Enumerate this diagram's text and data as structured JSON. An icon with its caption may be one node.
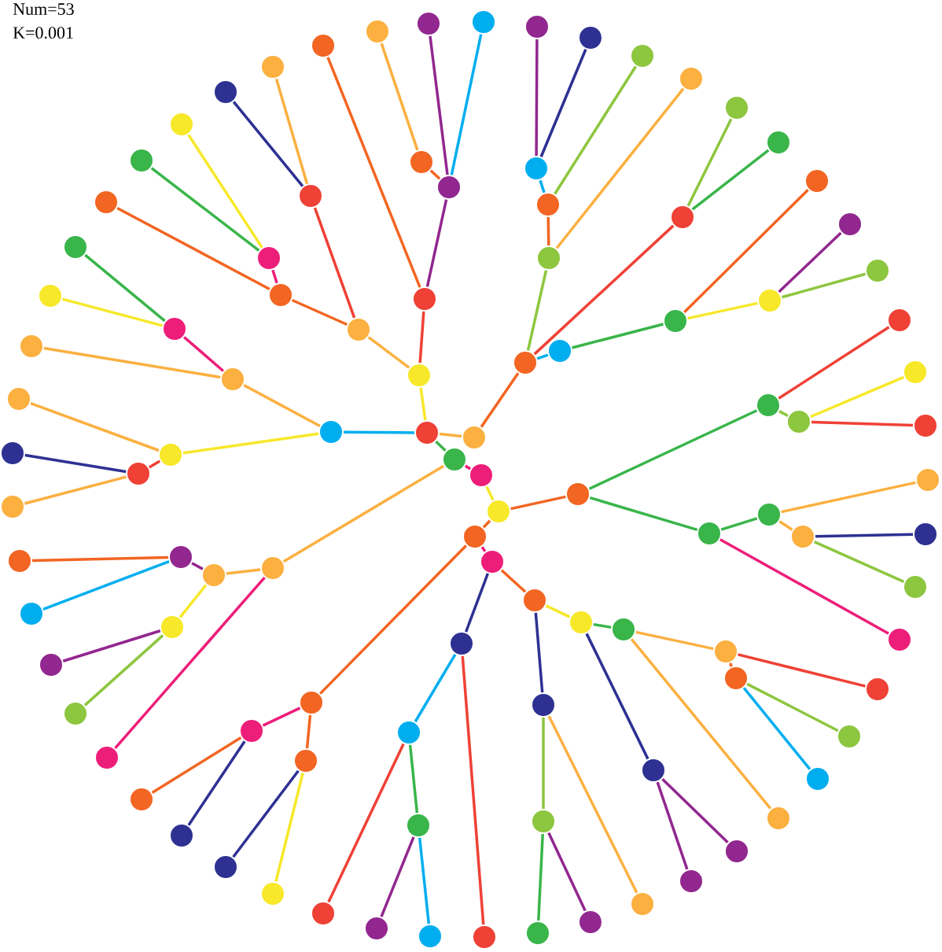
{
  "diagram": {
    "nodes": [
      {
        "text": [],
        "shape": "circle"
      },
      {
        "text": [],
        "shape": "circle"
      },
      {
        "text": [],
        "shape": "circle"
      },
      {
        "text": [],
        "shape": "circle"
      },
      {
        "text": [],
        "shape": "circle"
      },
      {
        "text": [],
        "shape": "circle"
      },
      {
        "text": [],
        "shape": "circle"
      },
      {
        "text": [],
        "shape": "circle"
      },
      {
        "text": [],
        "shape": "circle"
      },
      {
        "text": [],
        "shape": "circle"
      },
      {
        "text": [],
        "shape": "circle"
      },
      {
        "text": [],
        "shape": "circle"
      },
      {
        "text": [],
        "shape": "circle"
      },
      {
        "text": [],
        "shape": "circle"
      },
      {
        "text": [],
        "shape": "circle"
      },
      {
        "text": [],
        "shape": "circle"
      },
      {
        "text": [],
        "shape": "circle"
      },
      {
        "text": [],
        "shape": "circle"
      },
      {
        "text": [],
        "shape": "circle"
      },
      {
        "text": [],
        "shape": "circle"
      },
      {
        "text": [],
        "shape": "circle"
      },
      {
        "text": [],
        "shape": "circle"
      },
      {
        "text": [],
        "shape": "circle"
      },
      {
        "text": [],
        "shape": "circle"
      },
      {
        "text": [],
        "shape": "circle"
      },
      {
        "text": [],
        "shape": "circle"
      },
      {
        "text": [],
        "shape": "circle"
      },
      {
        "text": [],
        "shape": "circle"
      },
      {
        "text": [],
        "shape": "circle"
      },
      {
        "text": [],
        "shape": "circle"
      },
      {
        "text": [],
        "shape": "circle"
      },
      {
        "text": [],
        "shape": "circle"
      },
      {
        "text": [],
        "shape": "circle"
      },
      {
        "text": [],
        "shape": "circle"
      },
      {
        "text": [],
        "shape": "circle"
      },
      {
        "text": [],
        "shape": "circle"
      },
      {
        "text": [],
        "shape": "circle"
      },
      {
        "text": [],
        "shape": "circle"
      },
      {
        "text": [],
        "shape": "circle"
      },
      {
        "text": [],
        "shape": "circle"
      },
      {
        "text": [],
        "shape": "circle"
      },
      {
        "text": [],
        "shape": "circle"
      },
      {
        "text": [],
        "shape": "circle"
      },
      {
        "text": [],
        "shape": "circle"
      },
      {
        "text": [],
        "shape": "circle"
      },
      {
        "text": [],
        "shape": "circle"
      },
      {
        "text": [],
        "shape": "circle"
      },
      {
        "text": [],
        "shape": "circle"
      },
      {
        "text": [],
        "shape": "circle"
      },
      {
        "text": [],
        "shape": "circle"
      },
      {
        "text": [],
        "shape": "circle"
      },
      {
        "text": [],
        "shape": "circle"
      },
      {
        "text": [],
        "shape": "circle"
      },
      {
        "text": [],
        "shape": "circle"
      },
      {
        "text": [],
        "shape": "circle"
      },
      {
        "text": [],
        "shape": "circle"
      },
      {
        "text": [],
        "shape": "circle"
      },
      {
        "text": [],
        "shape": "circle"
      },
      {
        "text": [],
        "shape": "circle"
      },
      {
        "text": [],
        "shape": "circle"
      },
      {
        "text": [],
        "shape": "circle"
      },
      {
        "text": [],
        "shape": "circle"
      },
      {
        "text": [],
        "shape": "circle"
      },
      {
        "text": [],
        "shape": "circle"
      },
      {
        "text": [],
        "shape": "circle"
      },
      {
        "text": [],
        "shape": "circle"
      },
      {
        "text": [],
        "shape": "circle"
      },
      {
        "text": [],
        "shape": "circle"
      },
      {
        "text": [],
        "shape": "circle"
      },
      {
        "text": [],
        "shape": "circle"
      },
      {
        "text": [],
        "shape": "circle"
      },
      {
        "text": [],
        "shape": "circle"
      },
      {
        "text": [],
        "shape": "circle"
      },
      {
        "text": [],
        "shape": "circle"
      },
      {
        "text": [],
        "shape": "circle"
      },
      {
        "text": [],
        "shape": "circle"
      },
      {
        "text": [],
        "shape": "circle"
      },
      {
        "text": [],
        "shape": "circle"
      },
      {
        "text": [],
        "shape": "circle"
      },
      {
        "text": [],
        "shape": "circle"
      },
      {
        "text": [],
        "shape": "circle"
      },
      {
        "text": [],
        "shape": "circle"
      },
      {
        "text": [],
        "shape": "circle"
      },
      {
        "text": [],
        "shape": "circle"
      },
      {
        "text": [],
        "shape": "circle"
      },
      {
        "text": [],
        "shape": "circle"
      },
      {
        "text": [],
        "shape": "circle"
      },
      {
        "text": [],
        "shape": "circle"
      },
      {
        "text": [],
        "shape": "circle"
      },
      {
        "text": [],
        "shape": "circle"
      },
      {
        "text": [],
        "shape": "circle"
      },
      {
        "text": [],
        "shape": "circle"
      },
      {
        "text": [],
        "shape": "circle"
      },
      {
        "text": [],
        "shape": "circle"
      },
      {
        "text": [],
        "shape": "circle"
      },
      {
        "text": [],
        "shape": "circle"
      },
      {
        "text": [],
        "shape": "circle"
      },
      {
        "text": [],
        "shape": "circle"
      },
      {
        "text": [],
        "shape": "circle"
      },
      {
        "text": [],
        "shape": "circle"
      },
      {
        "text": [],
        "shape": "circle"
      },
      {
        "text": [],
        "shape": "circle"
      },
      {
        "text": [],
        "shape": "circle"
      },
      {
        "text": [],
        "shape": "circle"
      },
      {
        "text": [],
        "shape": "circle"
      }
    ],
    "edges": [
      {
        "from": 0,
        "to": 1,
        "arrow": "none",
        "color": "#fbb040"
      },
      {
        "from": 0,
        "to": 2,
        "arrow": "none",
        "color": "#39b54a"
      },
      {
        "from": 2,
        "to": 3,
        "arrow": "none",
        "color": "#ed1e79"
      },
      {
        "from": 3,
        "to": 4,
        "arrow": "none",
        "color": "#f7e82a"
      },
      {
        "from": 4,
        "to": 5,
        "arrow": "none",
        "color": "#f26522"
      },
      {
        "from": 5,
        "to": 6,
        "arrow": "none",
        "color": "#ed1e79"
      },
      {
        "from": 0,
        "to": 7,
        "arrow": "none",
        "color": "#f7e82a"
      },
      {
        "from": 7,
        "to": 8,
        "arrow": "none",
        "color": "#ef4136"
      },
      {
        "from": 8,
        "to": 9,
        "arrow": "none",
        "color": "#92278f"
      },
      {
        "from": 9,
        "to": 10,
        "arrow": "none",
        "color": "#f26522"
      },
      {
        "from": 10,
        "to": 11,
        "arrow": "none",
        "color": "#fbb040"
      },
      {
        "from": 9,
        "to": 12,
        "arrow": "none",
        "color": "#92278f"
      },
      {
        "from": 9,
        "to": 13,
        "arrow": "none",
        "color": "#00aeef"
      },
      {
        "from": 7,
        "to": 14,
        "arrow": "none",
        "color": "#fbb040"
      },
      {
        "from": 14,
        "to": 15,
        "arrow": "none",
        "color": "#ef4136"
      },
      {
        "from": 15,
        "to": 16,
        "arrow": "none",
        "color": "#2e3192"
      },
      {
        "from": 15,
        "to": 17,
        "arrow": "none",
        "color": "#fbb040"
      },
      {
        "from": 8,
        "to": 18,
        "arrow": "none",
        "color": "#f26522"
      },
      {
        "from": 14,
        "to": 19,
        "arrow": "none",
        "color": "#f26522"
      },
      {
        "from": 19,
        "to": 20,
        "arrow": "none",
        "color": "#ed1e79"
      },
      {
        "from": 20,
        "to": 21,
        "arrow": "none",
        "color": "#f7e82a"
      },
      {
        "from": 20,
        "to": 22,
        "arrow": "none",
        "color": "#39b54a"
      },
      {
        "from": 19,
        "to": 23,
        "arrow": "none",
        "color": "#f26522"
      },
      {
        "from": 0,
        "to": 24,
        "arrow": "none",
        "color": "#00aeef"
      },
      {
        "from": 24,
        "to": 25,
        "arrow": "none",
        "color": "#fbb040"
      },
      {
        "from": 25,
        "to": 26,
        "arrow": "none",
        "color": "#ed1e79"
      },
      {
        "from": 26,
        "to": 27,
        "arrow": "none",
        "color": "#39b54a"
      },
      {
        "from": 26,
        "to": 28,
        "arrow": "none",
        "color": "#f7e82a"
      },
      {
        "from": 25,
        "to": 29,
        "arrow": "none",
        "color": "#fbb040"
      },
      {
        "from": 24,
        "to": 30,
        "arrow": "none",
        "color": "#f7e82a"
      },
      {
        "from": 30,
        "to": 31,
        "arrow": "none",
        "color": "#fbb040"
      },
      {
        "from": 30,
        "to": 32,
        "arrow": "none",
        "color": "#ef4136"
      },
      {
        "from": 32,
        "to": 33,
        "arrow": "none",
        "color": "#2e3192"
      },
      {
        "from": 32,
        "to": 34,
        "arrow": "none",
        "color": "#fbb040"
      },
      {
        "from": 2,
        "to": 35,
        "arrow": "none",
        "color": "#fbb040"
      },
      {
        "from": 35,
        "to": 36,
        "arrow": "none",
        "color": "#fbb040"
      },
      {
        "from": 36,
        "to": 37,
        "arrow": "none",
        "color": "#92278f"
      },
      {
        "from": 37,
        "to": 38,
        "arrow": "none",
        "color": "#f26522"
      },
      {
        "from": 37,
        "to": 39,
        "arrow": "none",
        "color": "#00aeef"
      },
      {
        "from": 36,
        "to": 40,
        "arrow": "none",
        "color": "#f7e82a"
      },
      {
        "from": 40,
        "to": 41,
        "arrow": "none",
        "color": "#92278f"
      },
      {
        "from": 40,
        "to": 42,
        "arrow": "none",
        "color": "#8dc63f"
      },
      {
        "from": 35,
        "to": 43,
        "arrow": "none",
        "color": "#ed1e79"
      },
      {
        "from": 1,
        "to": 44,
        "arrow": "none",
        "color": "#f26522"
      },
      {
        "from": 44,
        "to": 45,
        "arrow": "none",
        "color": "#8dc63f"
      },
      {
        "from": 45,
        "to": 46,
        "arrow": "none",
        "color": "#f26522"
      },
      {
        "from": 46,
        "to": 47,
        "arrow": "none",
        "color": "#00aeef"
      },
      {
        "from": 47,
        "to": 48,
        "arrow": "none",
        "color": "#92278f"
      },
      {
        "from": 47,
        "to": 49,
        "arrow": "none",
        "color": "#2e3192"
      },
      {
        "from": 46,
        "to": 50,
        "arrow": "none",
        "color": "#8dc63f"
      },
      {
        "from": 45,
        "to": 51,
        "arrow": "none",
        "color": "#fbb040"
      },
      {
        "from": 44,
        "to": 52,
        "arrow": "none",
        "color": "#ef4136"
      },
      {
        "from": 52,
        "to": 53,
        "arrow": "none",
        "color": "#8dc63f"
      },
      {
        "from": 52,
        "to": 54,
        "arrow": "none",
        "color": "#39b54a"
      },
      {
        "from": 44,
        "to": 55,
        "arrow": "none",
        "color": "#00aeef"
      },
      {
        "from": 55,
        "to": 56,
        "arrow": "none",
        "color": "#39b54a"
      },
      {
        "from": 56,
        "to": 57,
        "arrow": "none",
        "color": "#f26522"
      },
      {
        "from": 56,
        "to": 58,
        "arrow": "none",
        "color": "#f7e82a"
      },
      {
        "from": 58,
        "to": 59,
        "arrow": "none",
        "color": "#92278f"
      },
      {
        "from": 58,
        "to": 60,
        "arrow": "none",
        "color": "#8dc63f"
      },
      {
        "from": 4,
        "to": 61,
        "arrow": "none",
        "color": "#f26522"
      },
      {
        "from": 61,
        "to": 62,
        "arrow": "none",
        "color": "#39b54a"
      },
      {
        "from": 62,
        "to": 63,
        "arrow": "none",
        "color": "#ef4136"
      },
      {
        "from": 62,
        "to": 64,
        "arrow": "none",
        "color": "#8dc63f"
      },
      {
        "from": 64,
        "to": 65,
        "arrow": "none",
        "color": "#f7e82a"
      },
      {
        "from": 64,
        "to": 66,
        "arrow": "none",
        "color": "#ef4136"
      },
      {
        "from": 61,
        "to": 67,
        "arrow": "none",
        "color": "#39b54a"
      },
      {
        "from": 67,
        "to": 68,
        "arrow": "none",
        "color": "#39b54a"
      },
      {
        "from": 68,
        "to": 69,
        "arrow": "none",
        "color": "#fbb040"
      },
      {
        "from": 68,
        "to": 70,
        "arrow": "none",
        "color": "#fbb040"
      },
      {
        "from": 70,
        "to": 71,
        "arrow": "none",
        "color": "#2e3192"
      },
      {
        "from": 70,
        "to": 72,
        "arrow": "none",
        "color": "#8dc63f"
      },
      {
        "from": 67,
        "to": 73,
        "arrow": "none",
        "color": "#ed1e79"
      },
      {
        "from": 6,
        "to": 74,
        "arrow": "none",
        "color": "#f26522"
      },
      {
        "from": 74,
        "to": 75,
        "arrow": "none",
        "color": "#f7e82a"
      },
      {
        "from": 75,
        "to": 76,
        "arrow": "none",
        "color": "#39b54a"
      },
      {
        "from": 76,
        "to": 77,
        "arrow": "none",
        "color": "#fbb040"
      },
      {
        "from": 77,
        "to": 78,
        "arrow": "none",
        "color": "#f26522"
      },
      {
        "from": 77,
        "to": 79,
        "arrow": "none",
        "color": "#ef4136"
      },
      {
        "from": 78,
        "to": 80,
        "arrow": "none",
        "color": "#8dc63f"
      },
      {
        "from": 78,
        "to": 81,
        "arrow": "none",
        "color": "#00aeef"
      },
      {
        "from": 76,
        "to": 82,
        "arrow": "none",
        "color": "#fbb040"
      },
      {
        "from": 75,
        "to": 83,
        "arrow": "none",
        "color": "#2e3192"
      },
      {
        "from": 83,
        "to": 84,
        "arrow": "none",
        "color": "#92278f"
      },
      {
        "from": 83,
        "to": 85,
        "arrow": "none",
        "color": "#92278f"
      },
      {
        "from": 74,
        "to": 86,
        "arrow": "none",
        "color": "#2e3192"
      },
      {
        "from": 86,
        "to": 87,
        "arrow": "none",
        "color": "#8dc63f"
      },
      {
        "from": 87,
        "to": 88,
        "arrow": "none",
        "color": "#39b54a"
      },
      {
        "from": 87,
        "to": 89,
        "arrow": "none",
        "color": "#92278f"
      },
      {
        "from": 86,
        "to": 90,
        "arrow": "none",
        "color": "#fbb040"
      },
      {
        "from": 6,
        "to": 91,
        "arrow": "none",
        "color": "#2e3192"
      },
      {
        "from": 91,
        "to": 92,
        "arrow": "none",
        "color": "#ef4136"
      },
      {
        "from": 91,
        "to": 93,
        "arrow": "none",
        "color": "#00aeef"
      },
      {
        "from": 93,
        "to": 94,
        "arrow": "none",
        "color": "#39b54a"
      },
      {
        "from": 94,
        "to": 95,
        "arrow": "none",
        "color": "#92278f"
      },
      {
        "from": 94,
        "to": 96,
        "arrow": "none",
        "color": "#00aeef"
      },
      {
        "from": 93,
        "to": 97,
        "arrow": "none",
        "color": "#ef4136"
      },
      {
        "from": 5,
        "to": 98,
        "arrow": "none",
        "color": "#f26522"
      },
      {
        "from": 98,
        "to": 99,
        "arrow": "none",
        "color": "#ed1e79"
      },
      {
        "from": 99,
        "to": 100,
        "arrow": "none",
        "color": "#f26522"
      },
      {
        "from": 99,
        "to": 101,
        "arrow": "none",
        "color": "#2e3192"
      },
      {
        "from": 98,
        "to": 102,
        "arrow": "none",
        "color": "#f26522"
      },
      {
        "from": 102,
        "to": 103,
        "arrow": "none",
        "color": "#2e3192"
      },
      {
        "from": 102,
        "to": 104,
        "arrow": "none",
        "color": "#f7e82a"
      }
    ],
    "labels": [
      "Num=53",
      "K=0.001"
    ]
  }
}
